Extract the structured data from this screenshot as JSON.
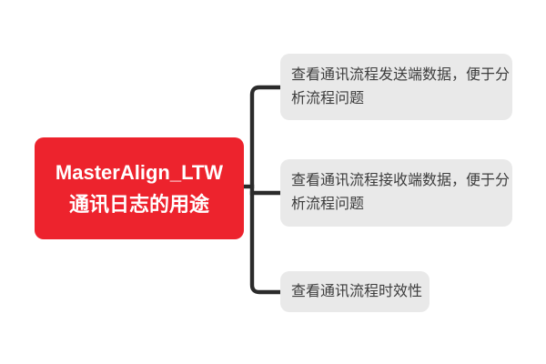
{
  "mindmap": {
    "root": {
      "label": "MasterAlign_LTW\n通讯日志的用途"
    },
    "branches": [
      {
        "label": "查看通讯流程发送端数据，便于分\n析流程问题"
      },
      {
        "label": "查看通讯流程接收端数据，便于分\n析流程问题"
      },
      {
        "label": "查看通讯流程时效性"
      }
    ]
  },
  "colors": {
    "canvas_bg": "#ffffff",
    "root_bg": "#ed232d",
    "root_text": "#ffffff",
    "branch_bg": "#e9e9e9",
    "branch_text": "#3d3d3d",
    "connector": "#2b2b2b"
  }
}
